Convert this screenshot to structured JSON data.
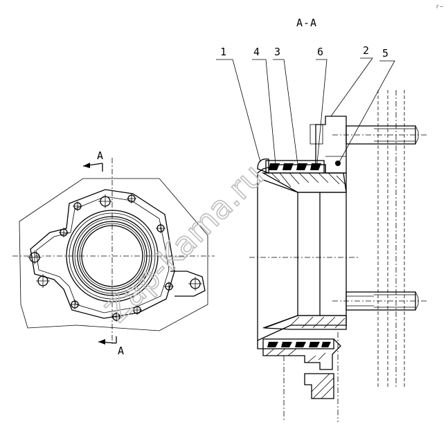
{
  "section_title": "A-A",
  "section_marks": {
    "top": "A",
    "bottom": "A"
  },
  "callouts": [
    "1",
    "4",
    "3",
    "6",
    "2",
    "5"
  ],
  "watermark": "Zap-Kama.ru",
  "corner_mark": "г~"
}
